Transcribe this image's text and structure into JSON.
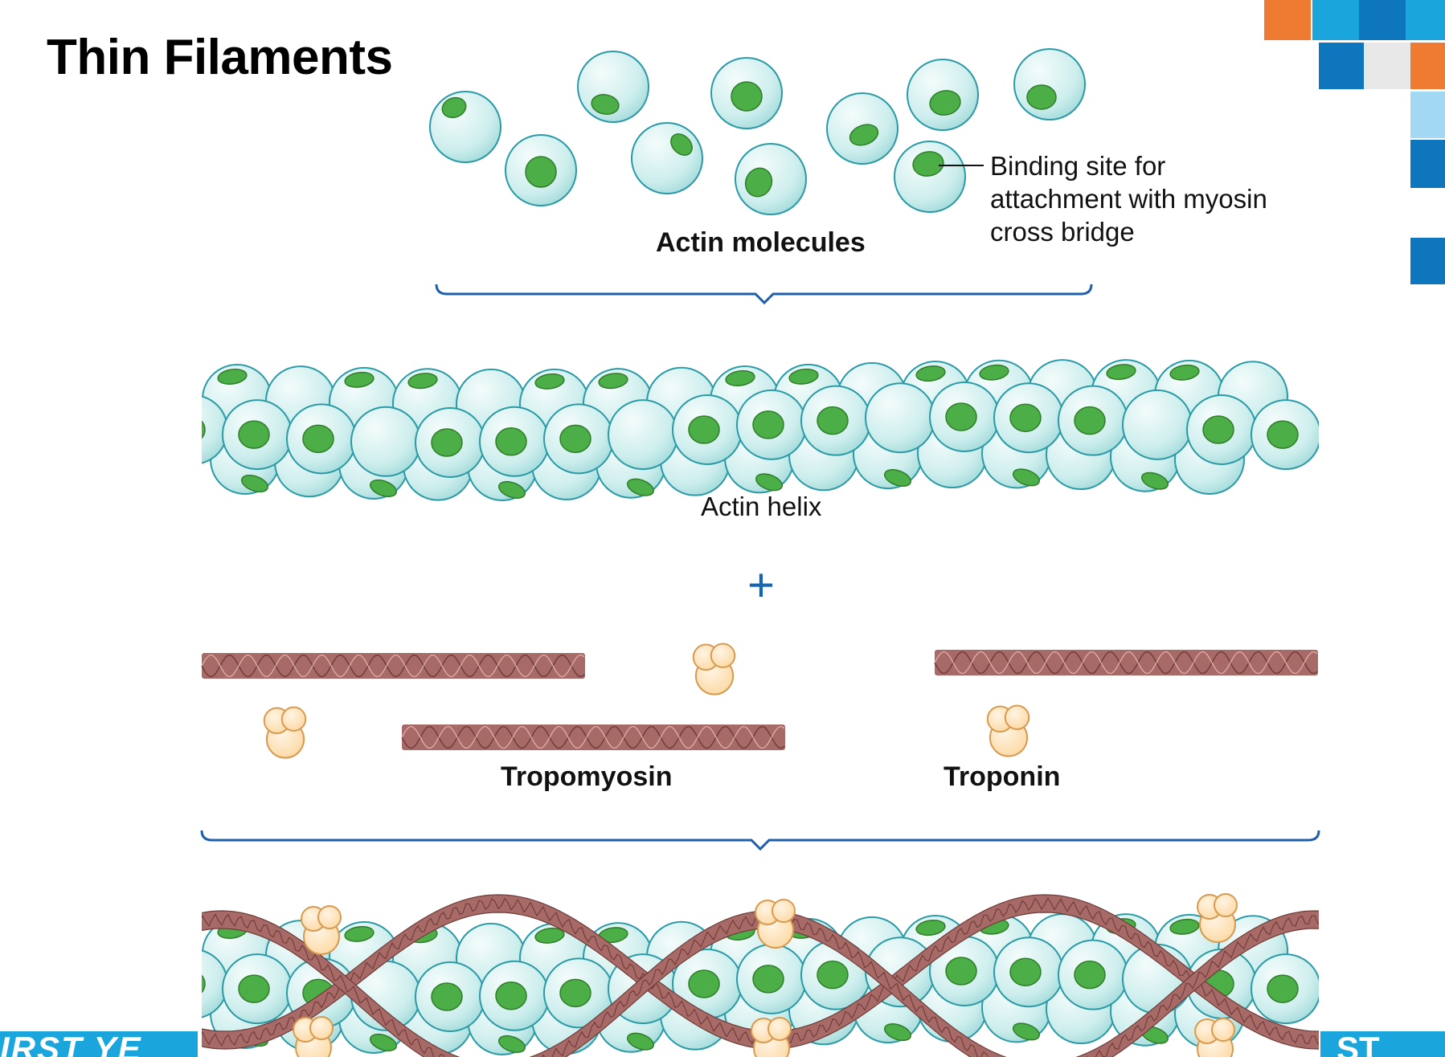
{
  "title": "Thin Filaments",
  "labels": {
    "actin_molecules": "Actin molecules",
    "binding_site": [
      "Binding site for",
      "attachment with myosin",
      "cross bridge"
    ],
    "actin_helix": "Actin helix",
    "plus": "+",
    "tropomyosin": "Tropomyosin",
    "troponin": "Troponin"
  },
  "footer": {
    "left_text": "IRST YE",
    "right_text": "ST"
  },
  "colors": {
    "actin_fill": "#cdeeed",
    "actin_stroke": "#2a9aa6",
    "binding_site": "#4cae46",
    "tropomyosin": "#a86a66",
    "troponin": "#fcd9a4",
    "bracket": "#1f5ea8",
    "accent_blue": "#1aa6dc",
    "accent_dark_blue": "#0e76bc",
    "accent_orange": "#ee7b31",
    "accent_light_blue": "#a3d8f2"
  },
  "icons": [
    "actin-molecule-icon",
    "binding-site-icon",
    "tropomyosin-strand-icon",
    "troponin-complex-icon",
    "bracket-icon"
  ]
}
